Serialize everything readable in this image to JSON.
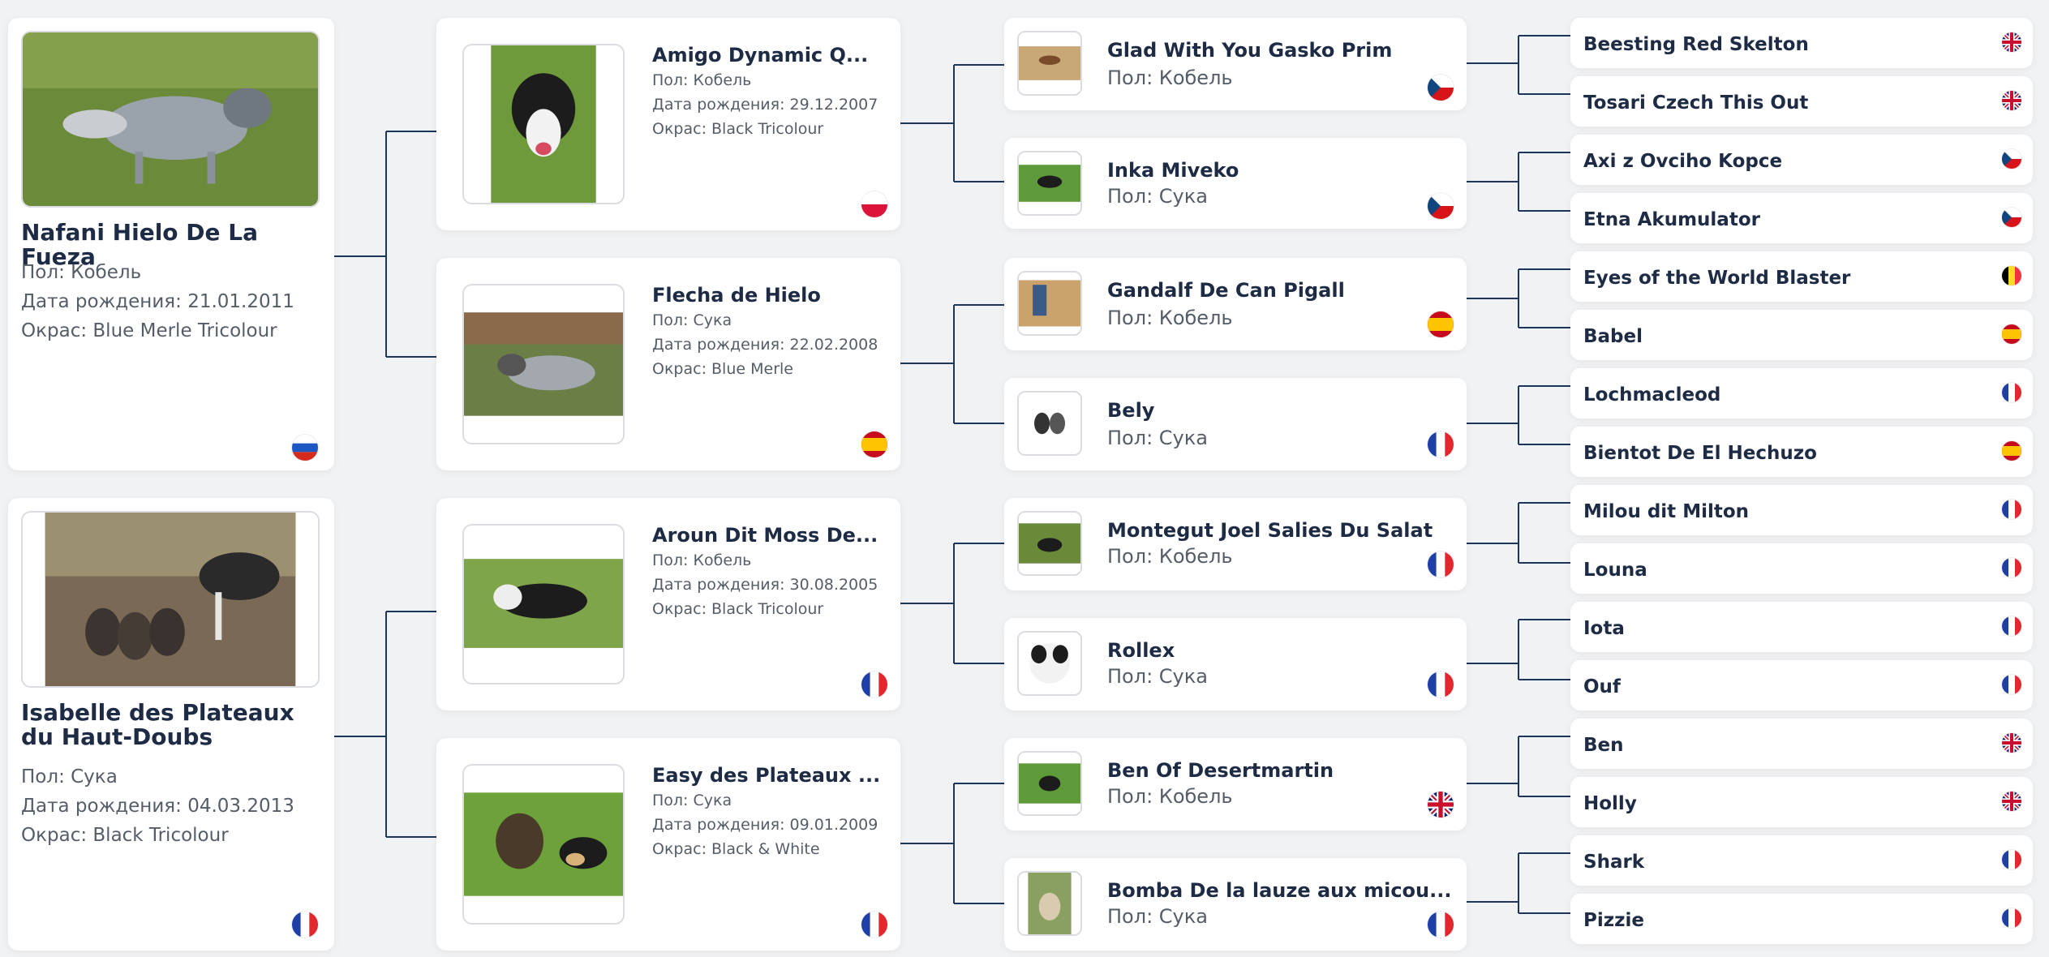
{
  "gen1": [
    {
      "name": "Nafani Hielo De La Fueza",
      "sex": "Пол: Кобель",
      "dob": "Дата рождения: 21.01.2011",
      "color": "Окрас: Blue Merle Tricolour",
      "flag": "russia-flag"
    },
    {
      "name": "Isabelle des Plateaux du Haut-Doubs",
      "sex": "Пол: Сука",
      "dob": "Дата рождения: 04.03.2013",
      "color": "Окрас: Black Tricolour",
      "flag": "france-flag"
    }
  ],
  "gen2": [
    {
      "name": "Amigo Dynamic Q...",
      "sex": "Пол: Кобель",
      "dob": "Дата рождения: 29.12.2007",
      "color": "Окрас: Black Tricolour",
      "flag": "poland-flag"
    },
    {
      "name": "Flecha de Hielo",
      "sex": "Пол: Сука",
      "dob": "Дата рождения: 22.02.2008",
      "color": "Окрас: Blue Merle",
      "flag": "spain-flag"
    },
    {
      "name": "Aroun Dit Moss De...",
      "sex": "Пол: Кобель",
      "dob": "Дата рождения: 30.08.2005",
      "color": "Окрас: Black Tricolour",
      "flag": "france-flag"
    },
    {
      "name": "Easy des Plateaux ...",
      "sex": "Пол: Сука",
      "dob": "Дата рождения: 09.01.2009",
      "color": "Окрас: Black & White",
      "flag": "france-flag"
    }
  ],
  "gen3": [
    {
      "name": "Glad With You Gasko Prim",
      "sex": "Пол: Кобель",
      "flag": "czech-flag"
    },
    {
      "name": "Inka Miveko",
      "sex": "Пол: Сука",
      "flag": "czech-flag"
    },
    {
      "name": "Gandalf De Can Pigall",
      "sex": "Пол: Кобель",
      "flag": "spain-flag"
    },
    {
      "name": "Bely",
      "sex": "Пол: Сука",
      "flag": "france-flag"
    },
    {
      "name": "Montegut Joel Salies Du Salat",
      "sex": "Пол: Кобель",
      "flag": "france-flag"
    },
    {
      "name": "Rollex",
      "sex": "Пол: Сука",
      "flag": "france-flag"
    },
    {
      "name": "Ben Of Desertmartin",
      "sex": "Пол: Кобель",
      "flag": "uk-flag"
    },
    {
      "name": "Bomba De la lauze aux micou...",
      "sex": "Пол: Сука",
      "flag": "france-flag"
    }
  ],
  "gen4": [
    {
      "name": "Beesting Red Skelton",
      "flag": "uk-flag"
    },
    {
      "name": "Tosari Czech This Out",
      "flag": "uk-flag"
    },
    {
      "name": "Axi z Ovciho Kopce",
      "flag": "czech-flag"
    },
    {
      "name": "Etna Akumulator",
      "flag": "czech-flag"
    },
    {
      "name": "Eyes of the World Blaster",
      "flag": "belgium-flag"
    },
    {
      "name": "Babel",
      "flag": "spain-flag"
    },
    {
      "name": "Lochmacleod",
      "flag": "france-flag"
    },
    {
      "name": "Bientot De El Hechuzo",
      "flag": "spain-flag"
    },
    {
      "name": "Milou dit Milton",
      "flag": "france-flag"
    },
    {
      "name": "Louna",
      "flag": "france-flag"
    },
    {
      "name": "Iota",
      "flag": "france-flag"
    },
    {
      "name": "Ouf",
      "flag": "france-flag"
    },
    {
      "name": "Ben",
      "flag": "uk-flag"
    },
    {
      "name": "Holly",
      "flag": "uk-flag"
    },
    {
      "name": "Shark",
      "flag": "france-flag"
    },
    {
      "name": "Pizzie",
      "flag": "france-flag"
    }
  ],
  "colors": {
    "line": "#1d3557",
    "text": "#1d2b45",
    "muted": "#555d69"
  }
}
